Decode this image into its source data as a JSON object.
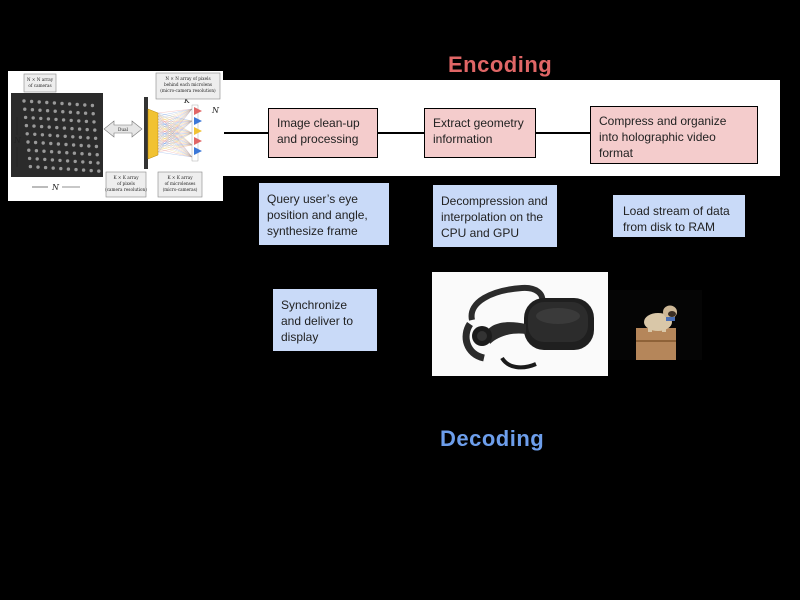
{
  "titles": {
    "encoding": "Encoding",
    "decoding": "Decoding"
  },
  "encode_steps": [
    {
      "label": "Image clean-up and processing"
    },
    {
      "label": "Extract geometry information"
    },
    {
      "label": "Compress and organize into holographic video format"
    }
  ],
  "decode_steps": [
    {
      "label": "Query user’s eye position and angle, synthesize frame"
    },
    {
      "label": "Decompression and interpolation on the CPU and GPU"
    },
    {
      "label": "Load stream of data from disk to RAM"
    },
    {
      "label": "Synchronize and deliver to display"
    }
  ],
  "lightfield_figure": {
    "camera_array_label_1": "N × N array",
    "camera_array_label_2": "of cameras",
    "pixels_label_1": "N × N array of pixels",
    "pixels_label_2": "behind each microlens",
    "pixels_label_3": "(micro-camera resolution)",
    "dual_label": "Dual",
    "sensor_label_1": "K × K array",
    "sensor_label_2": "of pixels",
    "sensor_label_3": "(camera resolution)",
    "lens_label_1": "K × K array",
    "lens_label_2": "of microlenses",
    "lens_label_3": "(micro-cameras)",
    "n_symbol": "N",
    "k_symbol": "K"
  },
  "colors": {
    "encoding_accent": "#e06666",
    "decoding_accent": "#6d9eeb",
    "encode_box": "#f4cccc",
    "decode_box": "#c9daf8"
  }
}
